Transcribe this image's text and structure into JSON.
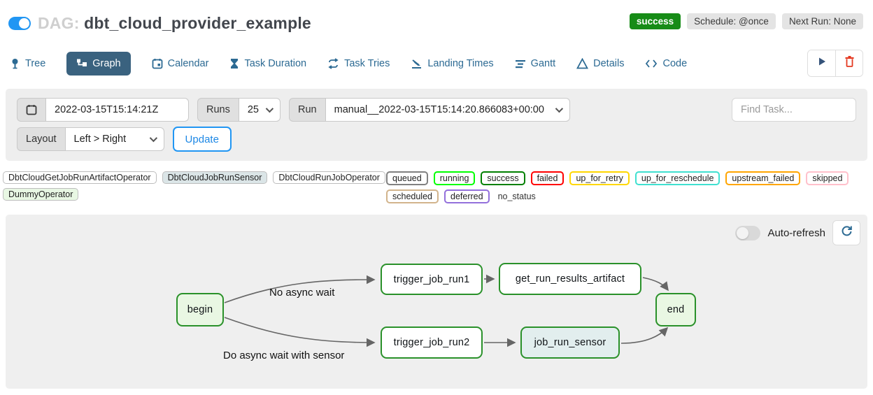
{
  "header": {
    "dag_prefix": "DAG:",
    "dag_title": "dbt_cloud_provider_example",
    "toggle_state": "on",
    "status_badge": "success",
    "schedule_badge": "Schedule: @once",
    "next_run_badge": "Next Run: None"
  },
  "tabs": [
    {
      "label": "Tree",
      "active": false
    },
    {
      "label": "Graph",
      "active": true
    },
    {
      "label": "Calendar",
      "active": false
    },
    {
      "label": "Task Duration",
      "active": false
    },
    {
      "label": "Task Tries",
      "active": false
    },
    {
      "label": "Landing Times",
      "active": false
    },
    {
      "label": "Gantt",
      "active": false
    },
    {
      "label": "Details",
      "active": false
    },
    {
      "label": "Code",
      "active": false
    }
  ],
  "filters": {
    "date_value": "2022-03-15T15:14:21Z",
    "runs_label": "Runs",
    "runs_value": "25",
    "run_label": "Run",
    "run_value": "manual__2022-03-15T15:14:20.866083+00:00",
    "find_placeholder": "Find Task...",
    "layout_label": "Layout",
    "layout_value": "Left > Right",
    "update_label": "Update"
  },
  "legend": {
    "operators": [
      {
        "label": "DbtCloudGetJobRunArtifactOperator",
        "fill": "#ffffff"
      },
      {
        "label": "DbtCloudJobRunSensor",
        "fill": "#dbe5e7"
      },
      {
        "label": "DbtCloudRunJobOperator",
        "fill": "#ffffff"
      },
      {
        "label": "DummyOperator",
        "fill": "#e8f7e3"
      }
    ],
    "statuses": [
      {
        "label": "queued",
        "border": "#808080"
      },
      {
        "label": "running",
        "border": "#00ff00"
      },
      {
        "label": "success",
        "border": "#008000"
      },
      {
        "label": "failed",
        "border": "#ff0000"
      },
      {
        "label": "up_for_retry",
        "border": "#ffd700"
      },
      {
        "label": "up_for_reschedule",
        "border": "#40e0d0"
      },
      {
        "label": "upstream_failed",
        "border": "#ffa500"
      },
      {
        "label": "skipped",
        "border": "#ffc0cb"
      },
      {
        "label": "scheduled",
        "border": "#d2b48c"
      },
      {
        "label": "deferred",
        "border": "#9370db"
      }
    ],
    "no_status_label": "no_status"
  },
  "graph": {
    "auto_refresh_label": "Auto-refresh",
    "nodes": [
      {
        "id": "begin",
        "label": "begin",
        "fill": "#e9f7e3",
        "border": "#2a912a"
      },
      {
        "id": "trigger_job_run1",
        "label": "trigger_job_run1",
        "fill": "#ffffff",
        "border": "#2a912a"
      },
      {
        "id": "get_run_results_artifact",
        "label": "get_run_results_artifact",
        "fill": "#ffffff",
        "border": "#2a912a"
      },
      {
        "id": "end",
        "label": "end",
        "fill": "#e9f7e3",
        "border": "#2a912a"
      },
      {
        "id": "trigger_job_run2",
        "label": "trigger_job_run2",
        "fill": "#ffffff",
        "border": "#2a912a"
      },
      {
        "id": "job_run_sensor",
        "label": "job_run_sensor",
        "fill": "#e2eeee",
        "border": "#2a912a"
      }
    ],
    "edge_labels": [
      {
        "text": "No async wait"
      },
      {
        "text": "Do async wait with sensor"
      }
    ]
  },
  "colors": {
    "success_badge": "#178c17",
    "accent_blue": "#2196f3",
    "tab_blue": "#2c6a93",
    "active_tab_bg": "#3a627f",
    "trash_red": "#e43921",
    "play_navy": "#35537a"
  }
}
